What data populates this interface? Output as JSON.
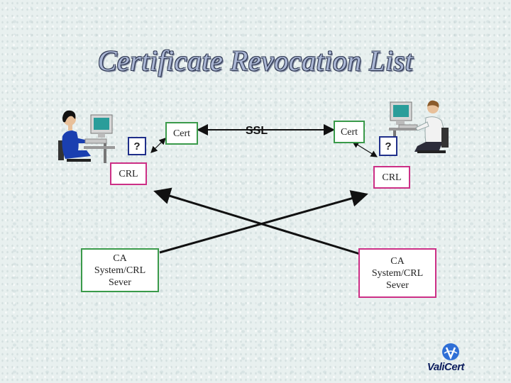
{
  "title": "Certificate Revocation List",
  "left": {
    "query": "?",
    "cert": "Cert",
    "crl": "CRL",
    "ca_server": [
      "CA",
      "System/CRL",
      "Sever"
    ]
  },
  "center": {
    "protocol": "SSL"
  },
  "right": {
    "cert": "Cert",
    "query": "?",
    "crl": "CRL",
    "ca_server": [
      "CA",
      "System/CRL",
      "Sever"
    ]
  },
  "logo": {
    "text": "ValiCert"
  },
  "colors": {
    "green_border": "#3a9a4a",
    "magenta_border": "#cc2f86",
    "blue_border": "#1f2f8a",
    "title_fill": "#aab6d4"
  },
  "icons": {
    "left_user": "woman-at-computer-icon",
    "right_user": "man-at-computer-icon",
    "logo_mark": "valicert-logo-icon"
  }
}
